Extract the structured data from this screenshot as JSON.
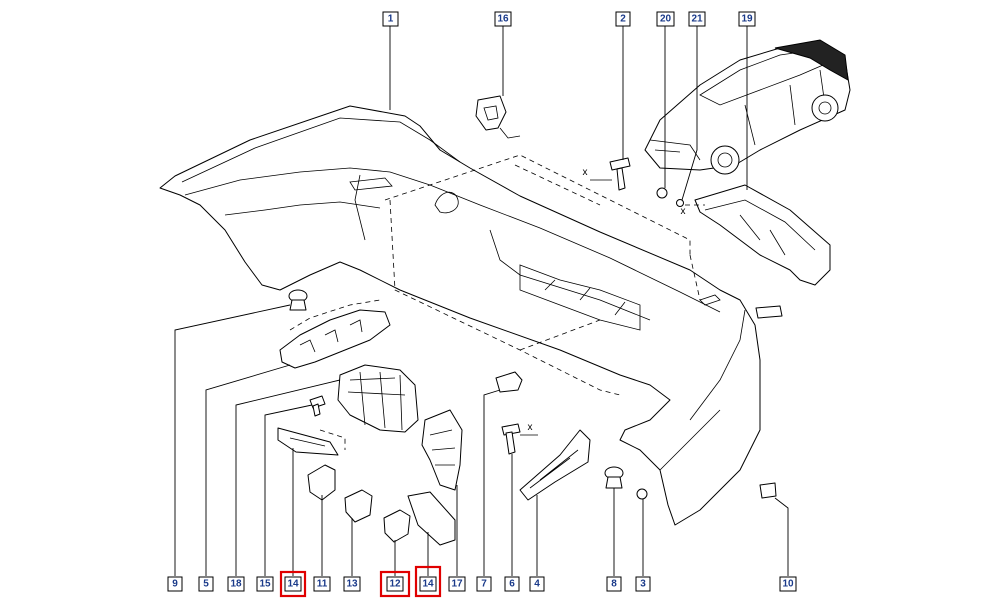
{
  "callouts": {
    "c1": "1",
    "c16": "16",
    "c2": "2",
    "c20": "20",
    "c21": "21",
    "c19": "19",
    "c9": "9",
    "c5": "5",
    "c18": "18",
    "c15": "15",
    "c14a": "14",
    "c11": "11",
    "c13": "13",
    "c12": "12",
    "c14b": "14",
    "c17": "17",
    "c7": "7",
    "c6": "6",
    "c4": "4",
    "c8": "8",
    "c3": "3",
    "c10": "10"
  },
  "marks": {
    "x1": "x",
    "x2": "x",
    "x3": "x"
  },
  "highlight_color": "#e00000",
  "label_color": "#1a3a8a"
}
